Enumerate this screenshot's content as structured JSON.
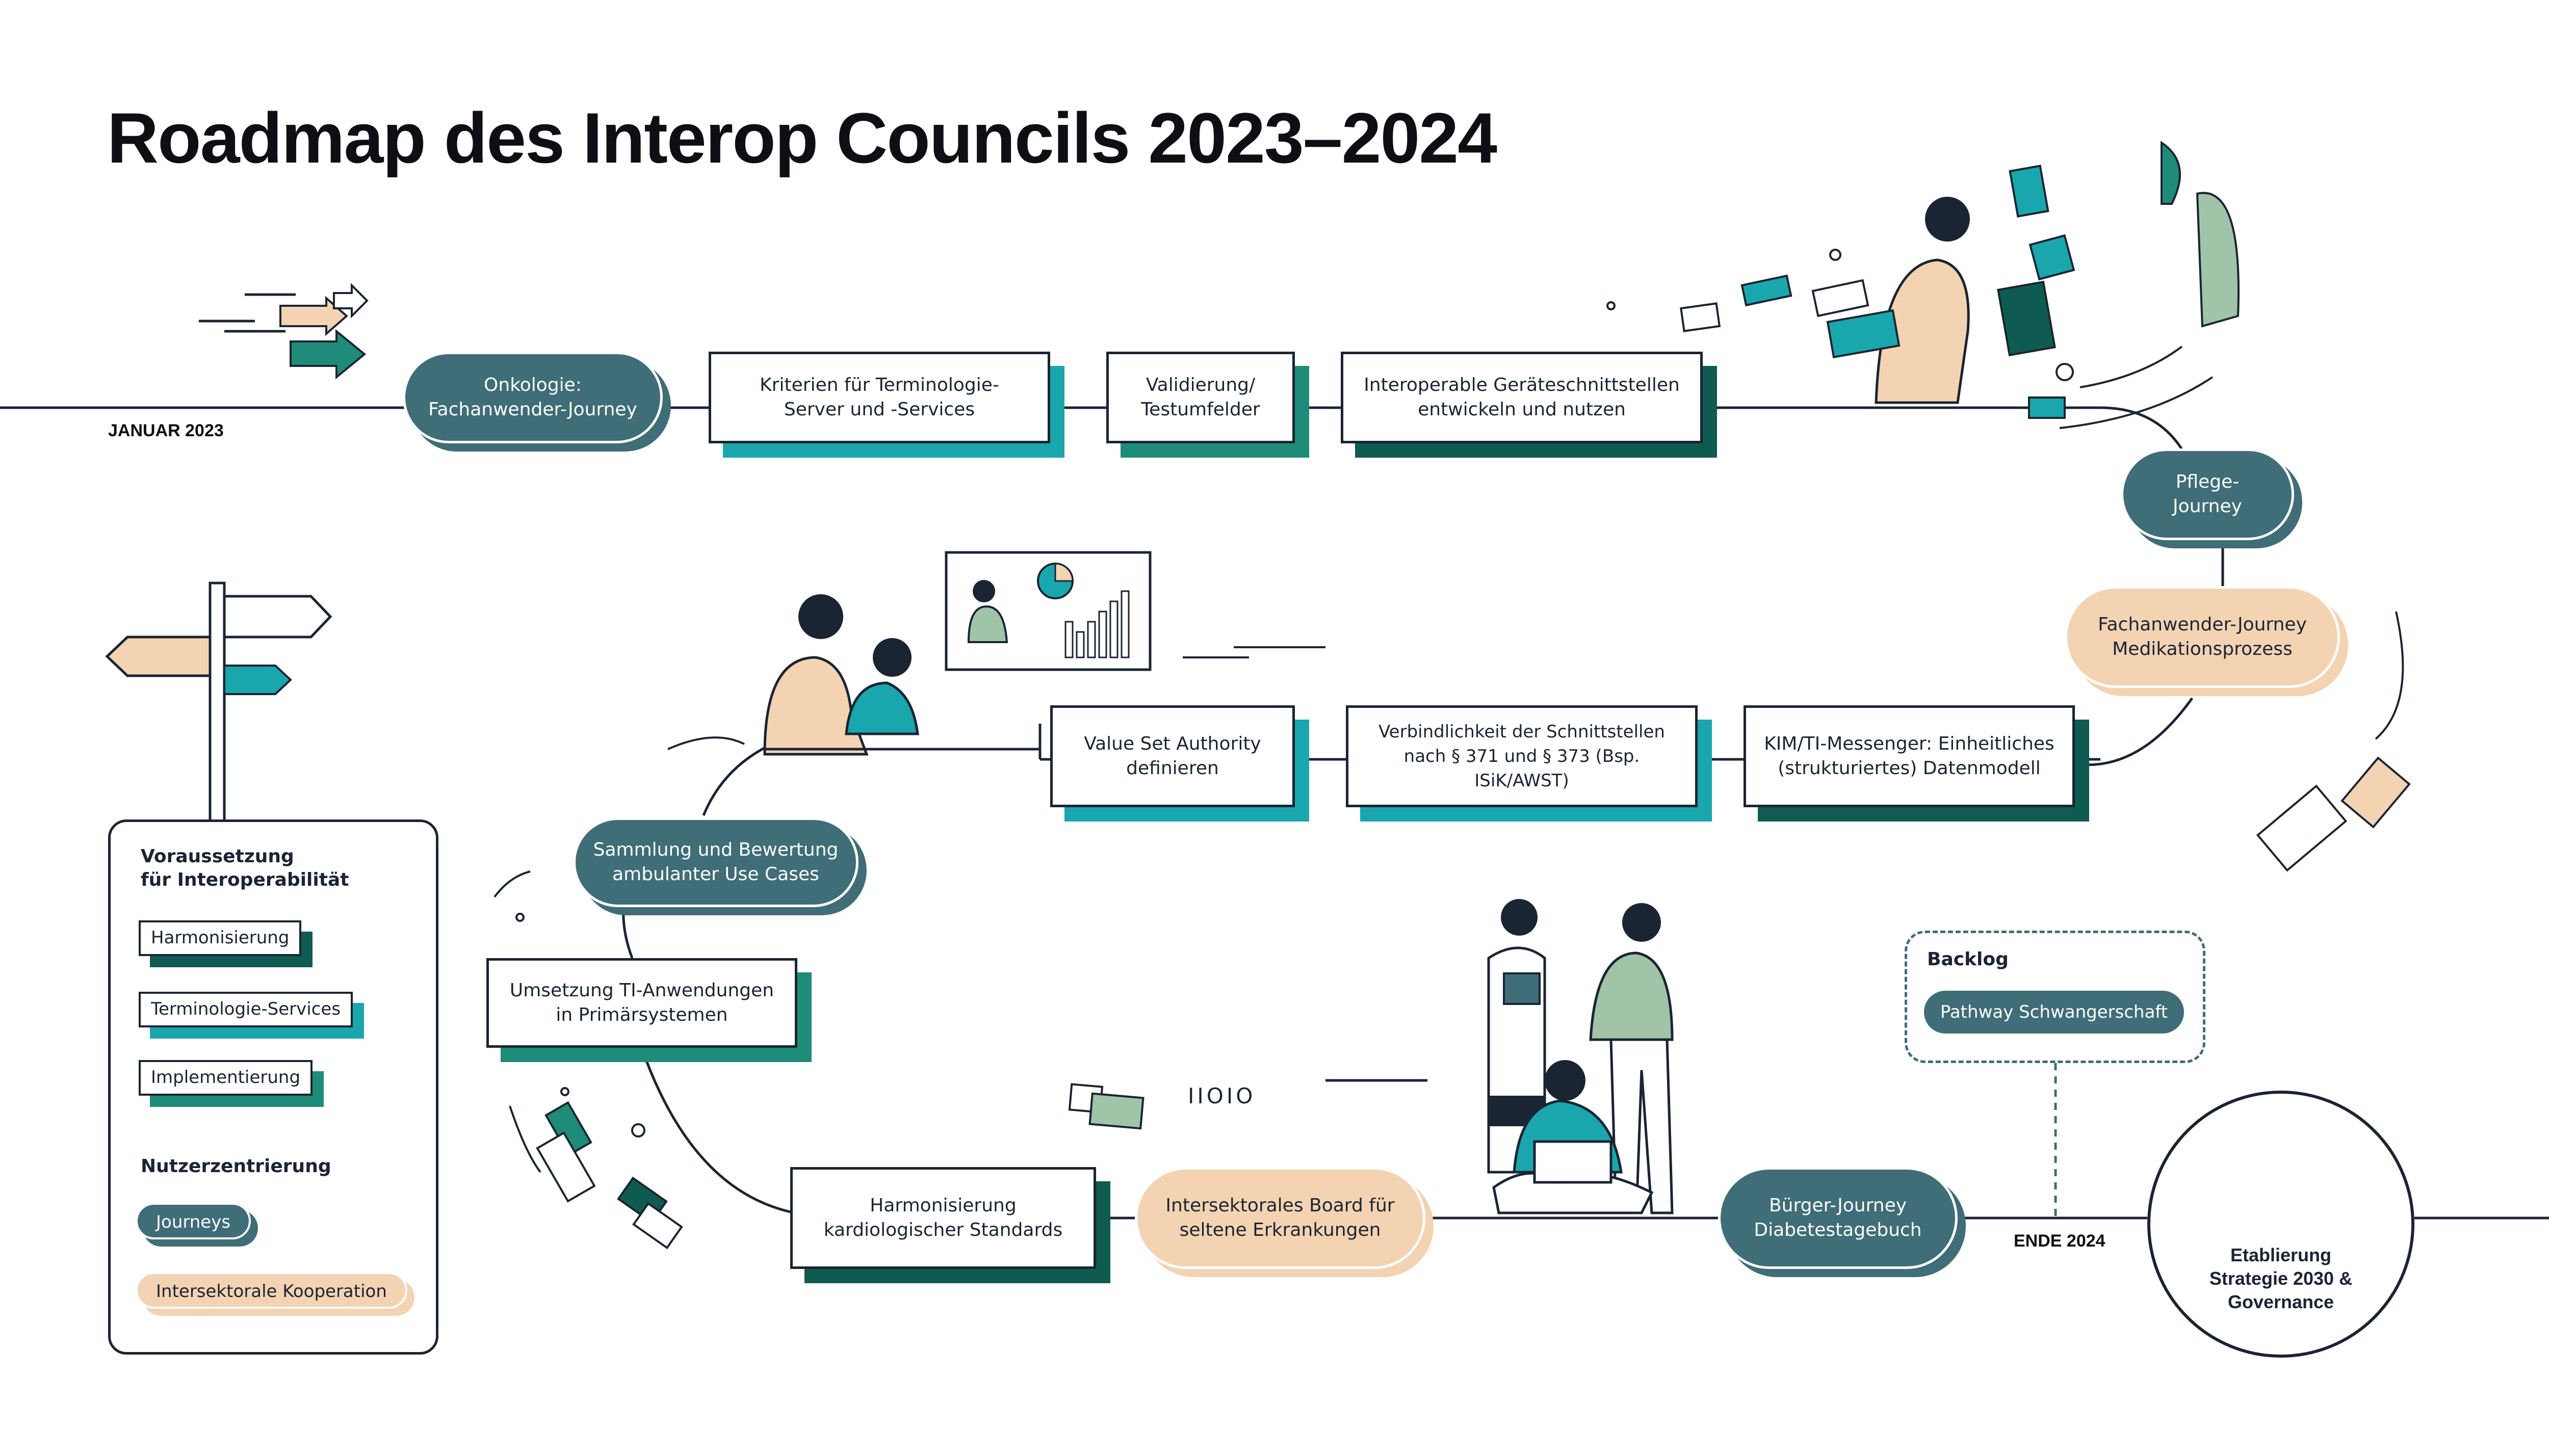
{
  "title": "Roadmap des Interop Councils 2023–2024",
  "dates": {
    "start": "JANUAR 2023",
    "end": "ENDE 2024"
  },
  "colors": {
    "journey": "#3f6d78",
    "cooperation": "#f3d3b2",
    "harmonisierung": "#0f5b52",
    "terminologie": "#1aa6ad",
    "implementierung": "#1e8c78",
    "line": "#1a2433"
  },
  "milestones": {
    "onkologie": "Onkologie:\nFachanwender-Journey",
    "kriterien": "Kriterien für Terminologie-\nServer und -Services",
    "validierung": "Validierung/\nTestumfelder",
    "geraete": "Interoperable Geräteschnittstellen\nentwickeln und nutzen",
    "pflege": "Pflege-\nJourney",
    "medikation": "Fachanwender-Journey\nMedikationsprozess",
    "kim": "KIM/TI-Messenger: Einheitliches\n(strukturiertes) Datenmodell",
    "verbindlichkeit": "Verbindlichkeit der Schnittstellen\nnach § 371 und § 373 (Bsp. ISiK/AWST)",
    "valueset": "Value Set Authority\ndefinieren",
    "sammlung": "Sammlung und Bewertung\nambulanter Use Cases",
    "umsetzung": "Umsetzung TI-Anwendungen\nin Primärsystemen",
    "kardiologie": "Harmonisierung\nkardiologischer Standards",
    "board": "Intersektorales Board für\nseltene Erkrankungen",
    "buerger": "Bürger-Journey\nDiabetestagebuch"
  },
  "legend": {
    "heading1": "Voraussetzung\nfür Interoperabilität",
    "items1": [
      "Harmonisierung",
      "Terminologie-Services",
      "Implementierung"
    ],
    "heading2": "Nutzerzentrierung",
    "items2": [
      "Journeys",
      "Intersektorale Kooperation"
    ]
  },
  "backlog": {
    "heading": "Backlog",
    "item": "Pathway Schwangerschaft"
  },
  "goal": "Etablierung\nStrategie 2030 &\nGovernance",
  "binary_text": "IIOIO",
  "icons": [
    "arrows-icon",
    "signpost-icon",
    "woman-arranging-cards-icon",
    "presentation-screen-icon",
    "meeting-people-icon",
    "group-with-laptop-icon",
    "badge-shield-icon"
  ]
}
